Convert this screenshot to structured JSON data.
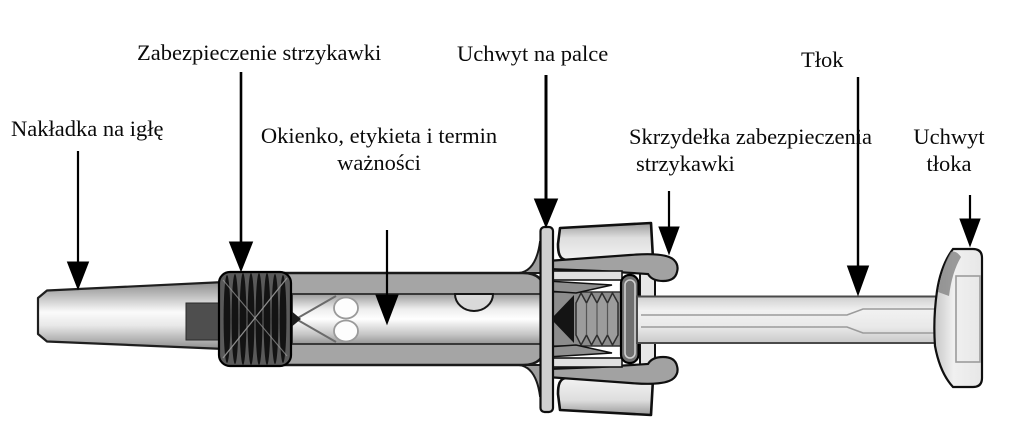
{
  "figure": {
    "kind": "labeled-syringe-diagram",
    "language": "pl",
    "background_color": "#ffffff",
    "ink_color": "#000000",
    "colors": {
      "barrel_gray": "#a5a5a5",
      "dark_collar": "#4a4a4a",
      "light_plastic": "#ececec",
      "glass_highlight": "#ffffff"
    },
    "icons": {
      "pointer_arrow": "▼"
    }
  },
  "labels": {
    "needle_cap": "Nakładka na igłę",
    "syringe_safeguard": "Zabezpieczenie strzykawki",
    "window_line1": "Okienko, etykieta i termin",
    "window_line2": "ważności",
    "finger_grip": "Uchwyt na palce",
    "wings_line1": "Skrzydełka zabezpieczenia",
    "wings_line2": "strzykawki",
    "plunger": "Tłok",
    "plunger_grip_line1": "Uchwyt",
    "plunger_grip_line2": "tłoka"
  }
}
